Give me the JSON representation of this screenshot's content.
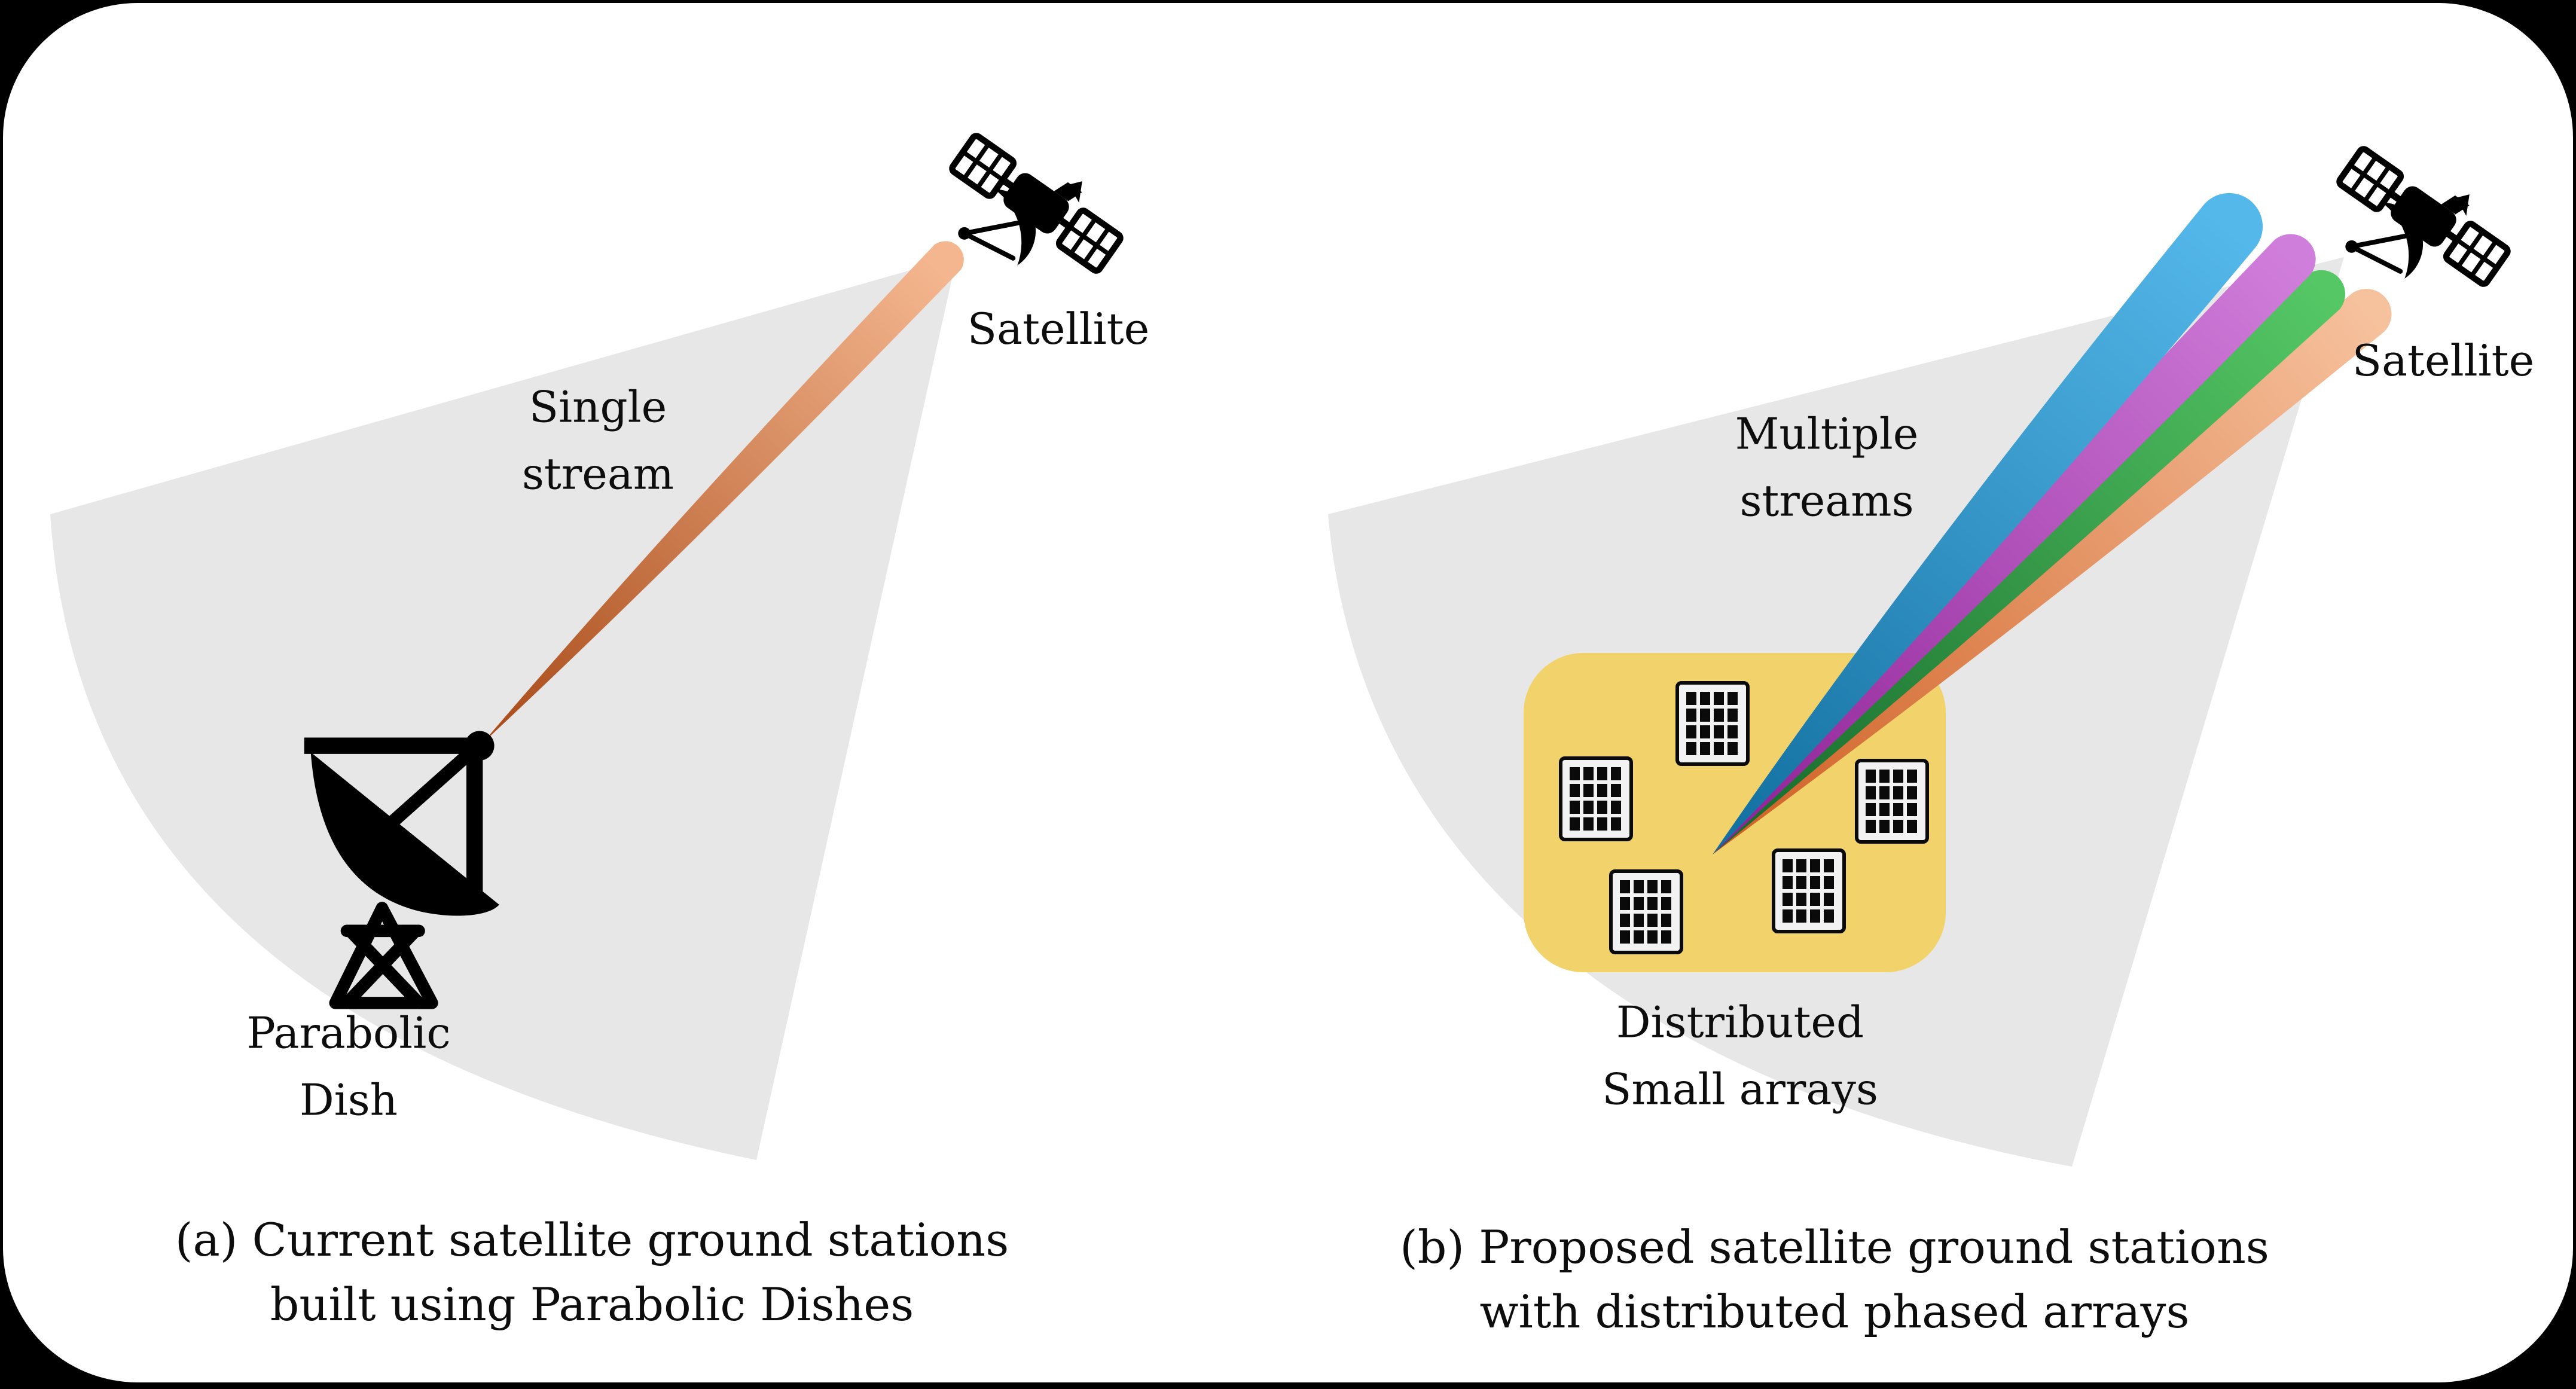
{
  "figure": {
    "title_a": "(a) Current satellite ground stations",
    "title_a2": "built using Parabolic Dishes",
    "title_b": "(b) Proposed satellite ground stations",
    "title_b2": "with distributed phased arrays"
  },
  "panel_a": {
    "satellite_label": "Satellite",
    "beam_label_line1": "Single",
    "beam_label_line2": "stream",
    "dish_label_line1": "Parabolic",
    "dish_label_line2": "Dish",
    "caption_line1": "(a) Current satellite ground stations",
    "caption_line2": "built using Parabolic Dishes"
  },
  "panel_b": {
    "satellite_label": "Satellite",
    "beam_label_line1": "Multiple",
    "beam_label_line2": "streams",
    "arrays_label_line1": "Distributed",
    "arrays_label_line2": "Small arrays",
    "caption_line1": "(b) Proposed satellite ground stations",
    "caption_line2": "with distributed phased arrays",
    "array_count": 5,
    "stream_count": 4
  },
  "colors": {
    "background": "#000000",
    "panel": "#ffffff",
    "coverage_cone": "#e8e7e7",
    "ink": "#000000",
    "stream_a_light": "#f4b68f",
    "stream_a_dark": "#a84a18",
    "blue_light": "#55b8ea",
    "blue_dark": "#116e9e",
    "purple_light": "#d07edb",
    "purple_dark": "#8e2196",
    "green_light": "#55c765",
    "green_dark": "#15682a",
    "orange_light": "#f6c19d",
    "orange_dark": "#cf5f23",
    "array_field": "#f2d36b",
    "array_card": "#f2f2f2"
  },
  "icons": {
    "satellite": "satellite-icon",
    "parabolic_dish": "parabolic-dish-icon",
    "phased_array": "phased-array-icon"
  }
}
